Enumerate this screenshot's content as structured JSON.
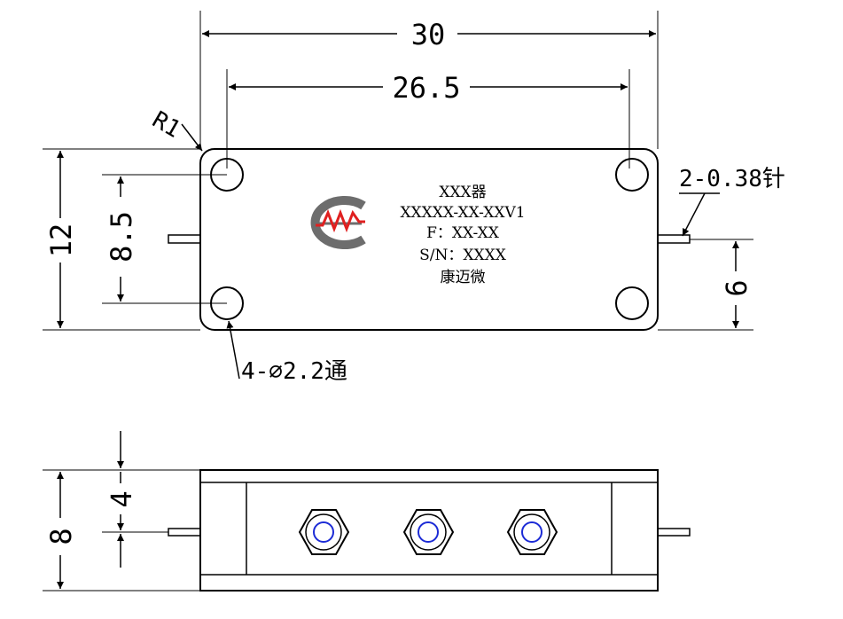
{
  "dimensions": {
    "overall_length": "30",
    "hole_spacing_length": "26.5",
    "overall_width": "12",
    "hole_spacing_width": "8.5",
    "pin_height": "6",
    "side_height": "8",
    "side_pin_height": "4"
  },
  "callouts": {
    "corner_radius": "R1",
    "pins": "2-0.38针",
    "holes": "4-∅2.2通"
  },
  "nameplate": {
    "line1": "XXX器",
    "line2": "XXXXX-XX-XXV1",
    "line3": "F：XX-XX",
    "line4": "S/N：XXXX",
    "line5": "康迈微"
  },
  "colors": {
    "logo_gray": "#6d6d6d",
    "logo_red": "#e02020",
    "connector_blue": "#1c2bd6"
  }
}
